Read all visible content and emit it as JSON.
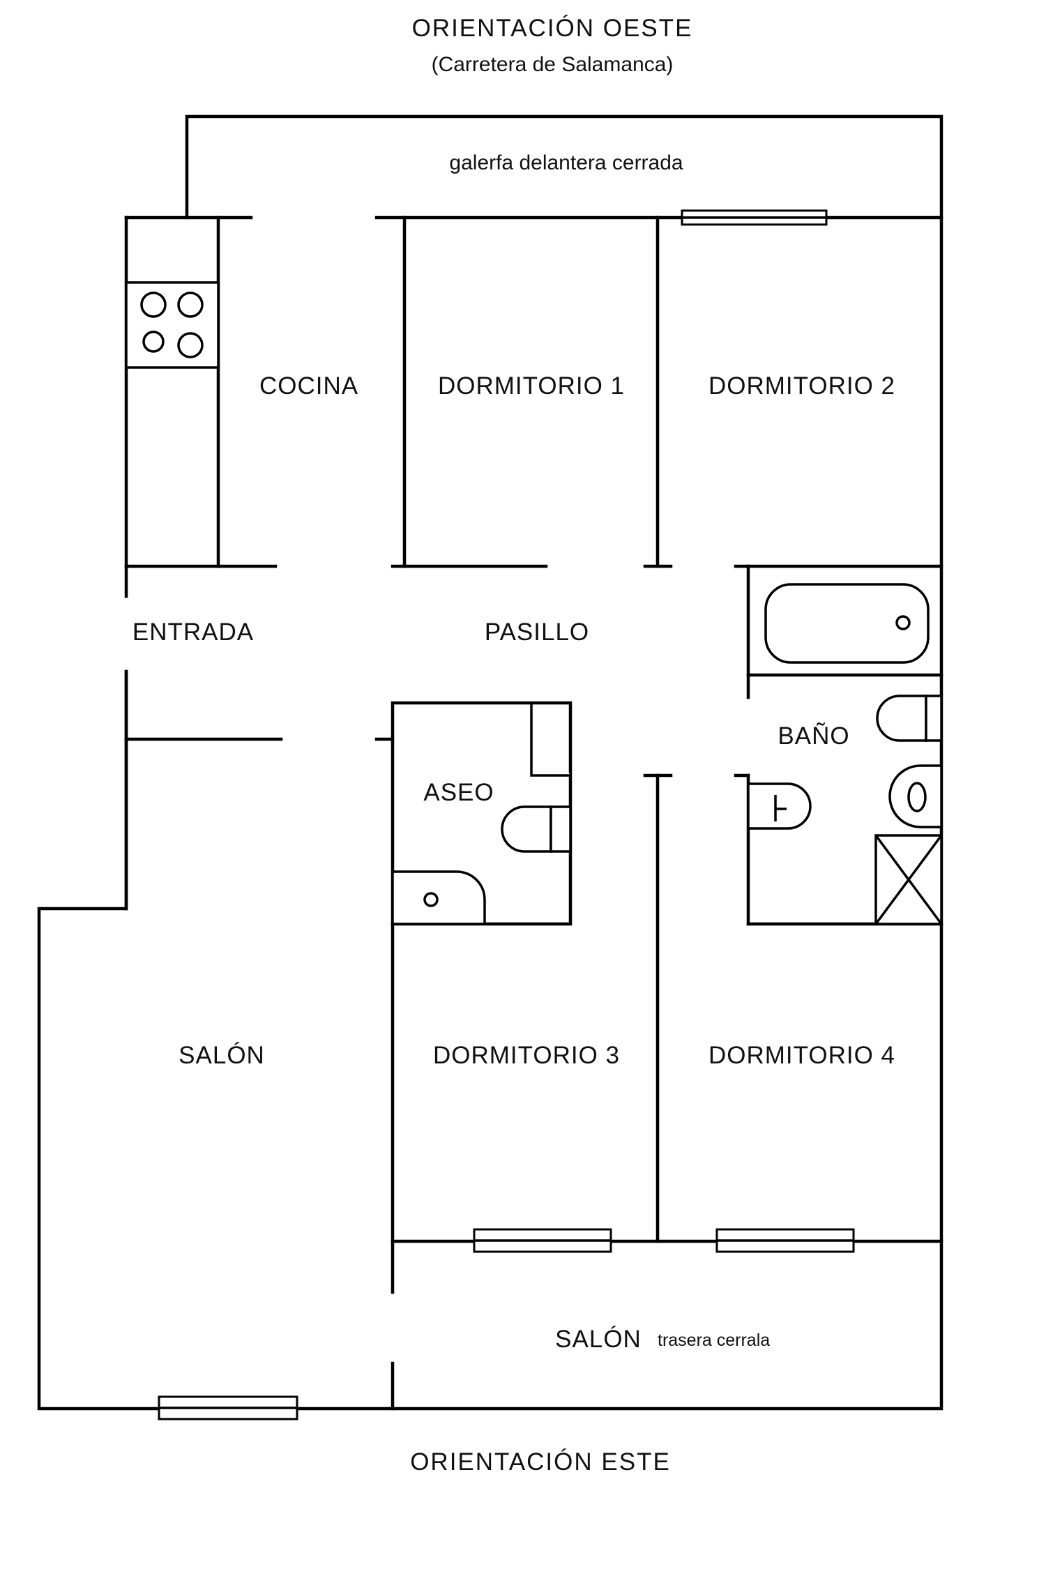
{
  "orientation": {
    "top": "ORIENTACIÓN OESTE",
    "top_sub": "(Carretera de Salamanca)",
    "bottom": "ORIENTACIÓN ESTE"
  },
  "rooms": {
    "gallery_front": "galerfa delantera cerrada",
    "kitchen": "COCINA",
    "bedroom1": "DORMITORIO 1",
    "bedroom2": "DORMITORIO 2",
    "entrance": "ENTRADA",
    "hallway": "PASILLO",
    "bathroom": "BAÑO",
    "toilet": "ASEO",
    "living": "SALÓN",
    "bedroom3": "DORMITORIO 3",
    "bedroom4": "DORMITORIO 4",
    "living_back": "SALÓN",
    "gallery_back": "trasera cerrala"
  }
}
